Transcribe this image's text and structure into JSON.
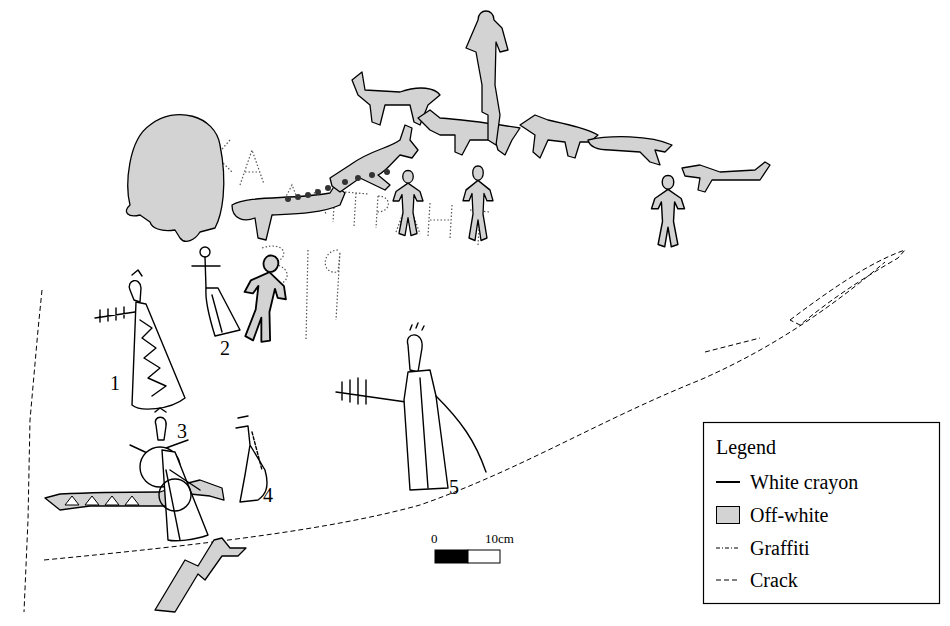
{
  "diagram": {
    "labels": [
      "1",
      "2",
      "3",
      "4",
      "5",
      "0",
      "10cm",
      "Legend"
    ],
    "legend": [
      {
        "text": "White crayon"
      },
      {
        "text": "Off-white",
        "color": "#d3d3d3"
      },
      {
        "text": "Graffiti"
      },
      {
        "text": "Crack"
      }
    ]
  }
}
